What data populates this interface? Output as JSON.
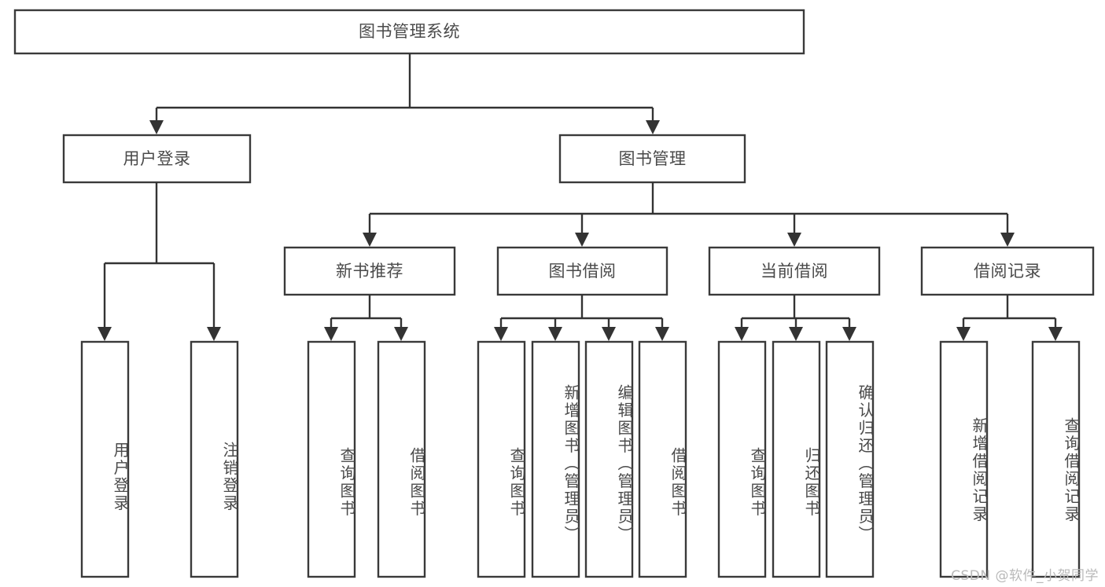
{
  "diagram": {
    "title": "图书管理系统",
    "type": "tree-hierarchy-chart",
    "watermark": "CSDN @软件_小贺同学",
    "colors": {
      "box_stroke": "#3a3a3a",
      "connector": "#333333",
      "text": "#4a4a4a",
      "background": "#ffffff",
      "watermark": "#b9b9b9"
    },
    "levels": {
      "root": {
        "label": "图书管理系统"
      },
      "level2": [
        {
          "id": "user-login",
          "label": "用户登录"
        },
        {
          "id": "book-management",
          "label": "图书管理"
        }
      ],
      "level3": [
        {
          "id": "new-book-recommend",
          "label": "新书推荐",
          "parent": "book-management"
        },
        {
          "id": "book-borrow",
          "label": "图书借阅",
          "parent": "book-management"
        },
        {
          "id": "current-borrow",
          "label": "当前借阅",
          "parent": "book-management"
        },
        {
          "id": "borrow-record",
          "label": "借阅记录",
          "parent": "book-management"
        }
      ],
      "leaves": [
        {
          "id": "leaf-user-login",
          "label": "用户登录",
          "parent": "user-login"
        },
        {
          "id": "leaf-logout",
          "label": "注销登录",
          "parent": "user-login"
        },
        {
          "id": "leaf-query-book-1",
          "label": "查询图书",
          "parent": "new-book-recommend"
        },
        {
          "id": "leaf-borrow-book-1",
          "label": "借阅图书",
          "parent": "new-book-recommend"
        },
        {
          "id": "leaf-query-book-2",
          "label": "查询图书",
          "parent": "book-borrow"
        },
        {
          "id": "leaf-add-book",
          "label": "新增图书（管理员）",
          "parent": "book-borrow"
        },
        {
          "id": "leaf-edit-book",
          "label": "编辑图书（管理员）",
          "parent": "book-borrow"
        },
        {
          "id": "leaf-borrow-book-2",
          "label": "借阅图书",
          "parent": "book-borrow"
        },
        {
          "id": "leaf-query-book-3",
          "label": "查询图书",
          "parent": "current-borrow"
        },
        {
          "id": "leaf-return-book",
          "label": "归还图书",
          "parent": "current-borrow"
        },
        {
          "id": "leaf-confirm-return",
          "label": "确认归还（管理员）",
          "parent": "current-borrow"
        },
        {
          "id": "leaf-add-record",
          "label": "新增借阅记录",
          "parent": "borrow-record"
        },
        {
          "id": "leaf-query-record",
          "label": "查询借阅记录",
          "parent": "borrow-record"
        }
      ]
    }
  }
}
